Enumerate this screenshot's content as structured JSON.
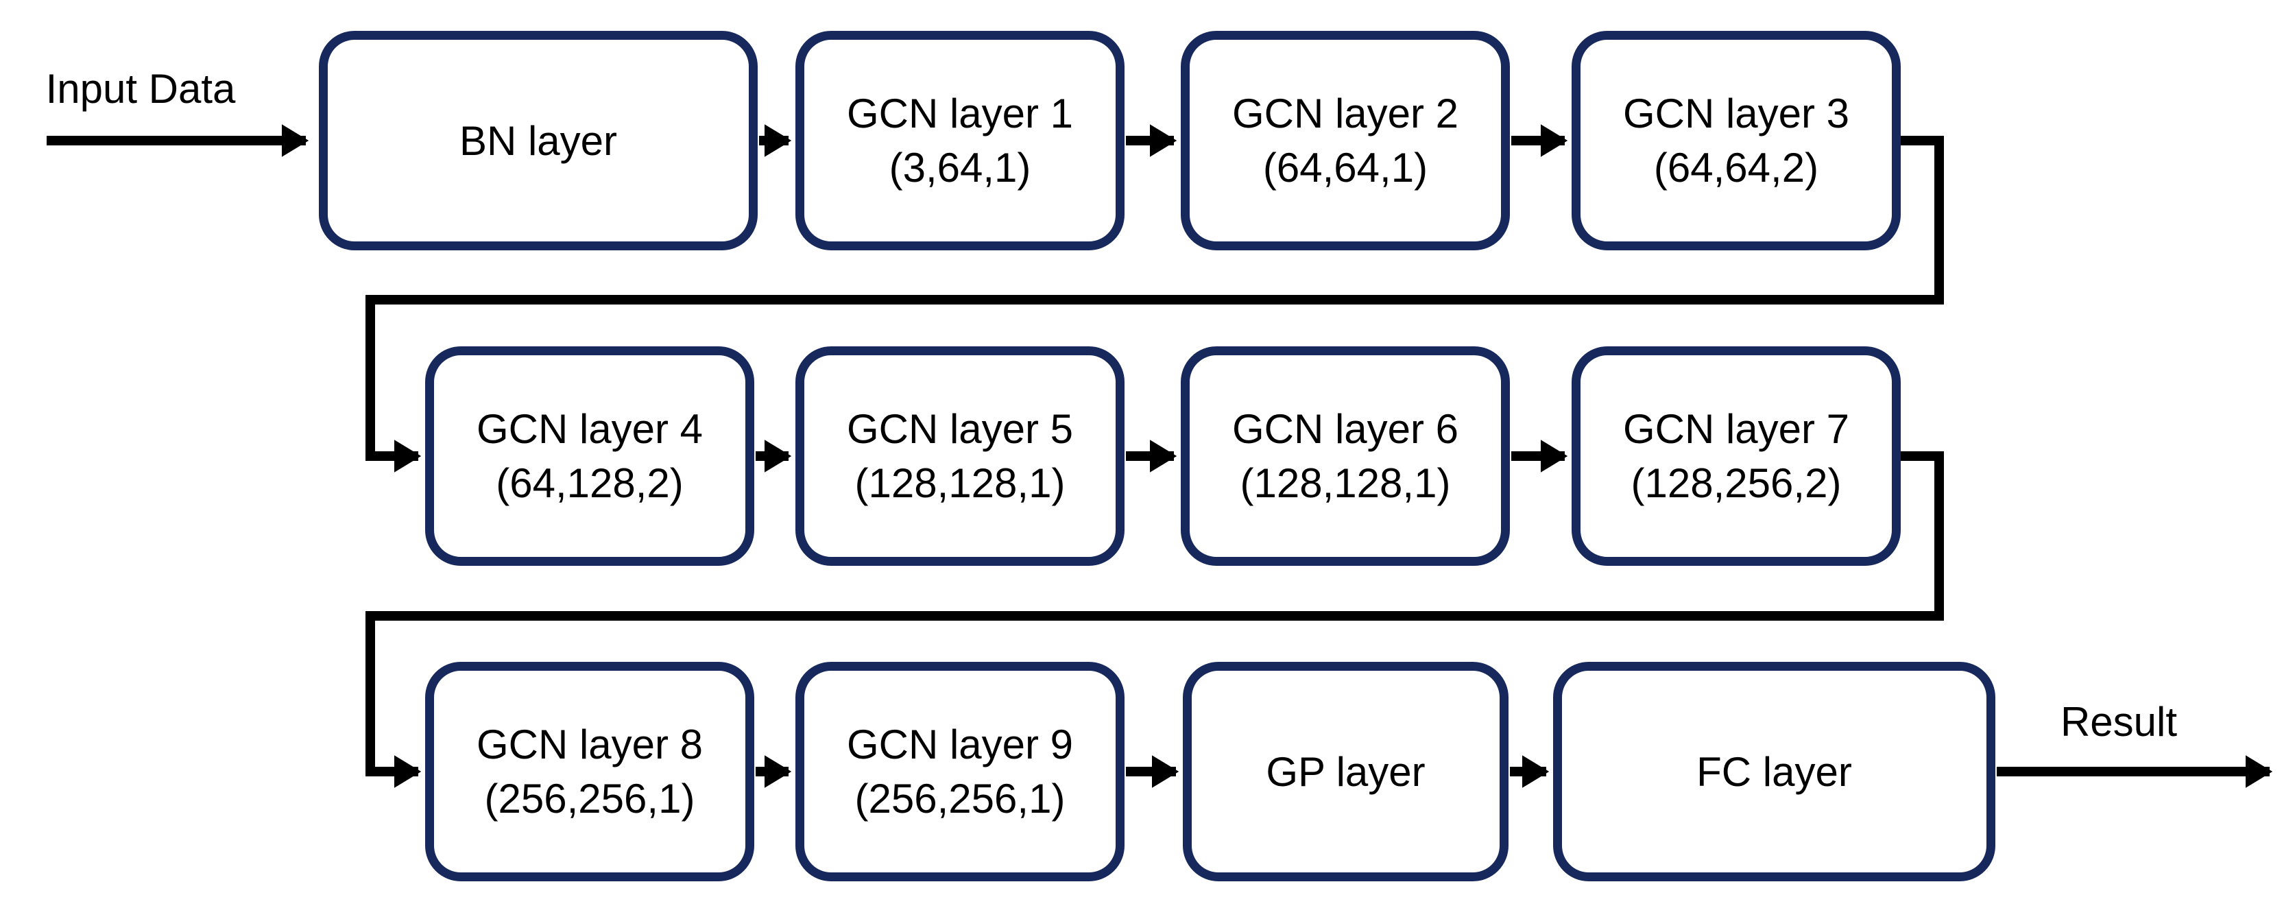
{
  "diagram": {
    "input_label": "Input Data",
    "output_label": "Result",
    "colors": {
      "box_border": "#17285C",
      "connector": "#000000",
      "box_fill": "#FFFFFF",
      "text": "#000000",
      "background": "#FFFFFF"
    },
    "nodes": [
      {
        "title": "BN layer",
        "params": ""
      },
      {
        "title": "GCN layer 1",
        "params": "(3,64,1)"
      },
      {
        "title": "GCN layer 2",
        "params": "(64,64,1)"
      },
      {
        "title": "GCN layer 3",
        "params": "(64,64,2)"
      },
      {
        "title": "GCN layer 4",
        "params": "(64,128,2)"
      },
      {
        "title": "GCN layer 5",
        "params": "(128,128,1)"
      },
      {
        "title": "GCN layer 6",
        "params": "(128,128,1)"
      },
      {
        "title": "GCN layer 7",
        "params": "(128,256,2)"
      },
      {
        "title": "GCN layer 8",
        "params": "(256,256,1)"
      },
      {
        "title": "GCN layer 9",
        "params": "(256,256,1)"
      },
      {
        "title": "GP layer",
        "params": ""
      },
      {
        "title": "FC layer",
        "params": ""
      }
    ],
    "flow_order": [
      "Input Data",
      "BN layer",
      "GCN layer 1",
      "GCN layer 2",
      "GCN layer 3",
      "GCN layer 4",
      "GCN layer 5",
      "GCN layer 6",
      "GCN layer 7",
      "GCN layer 8",
      "GCN layer 9",
      "GP layer",
      "FC layer",
      "Result"
    ]
  }
}
